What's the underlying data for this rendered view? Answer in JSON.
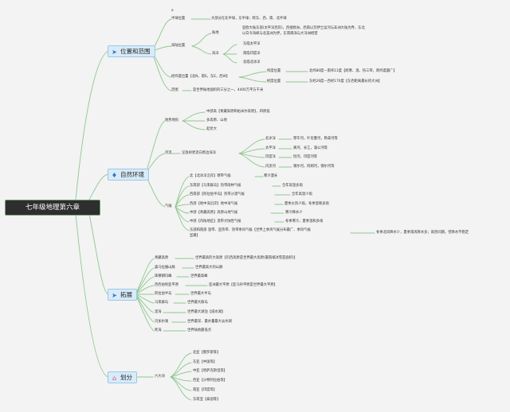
{
  "root": "七年级地理第六章",
  "topics": {
    "location": "位置和范围",
    "nature": "自然环境",
    "extend": "拓展",
    "divide": "划分"
  },
  "icons": {
    "location": "paper-plane-icon",
    "nature": "flame-icon",
    "extend": "paper-plane-icon",
    "divide": "home-icon"
  },
  "location": {
    "marker": "a",
    "semi_label": "半球位置",
    "semi_text": "大部分在北半球，东半球；跨东、西、南、北半球",
    "sealand_label": "海陆位置",
    "land_label": "陆地",
    "land_text1": "亚欧大陆东部(太平洋西岸)，西接欧洲，西南以苏伊士运河与非洲大陆为界，东北",
    "land_text2": "以白令海峡与北美洲为界，东南隔海与大洋洲相望",
    "ocean_label": "海洋",
    "ocean_east": "东临太平洋",
    "ocean_south": "南临印度洋",
    "ocean_north": "北临北冰洋",
    "latlon_label": "经纬度位置【北N，南S，东E，西W】",
    "lat_label": "纬度位置",
    "lat_text": "北纬80度—南纬11度【跨寒、温、热三带，跨纬度最广】",
    "lon_label": "经度位置",
    "lon_text": "东经26度—西经170度【东西距离最长的大洲】",
    "range_label": "范围",
    "range_text": "是世界陆地面积的三分之一，4400万平方千米"
  },
  "nature": {
    "terrain_label": "地势地形",
    "terrain1": "中部高【青藏高原和帕米尔高原】，四周低",
    "terrain2": "多高原、山地",
    "terrain3": "起伏大",
    "river_label": "河流",
    "river_text": "呈放射状流向周边海洋",
    "arctic": "北冰洋",
    "arctic_r": "鄂毕河，叶尼塞河，勒拿河等",
    "pacific": "太平洋",
    "pacific_r": "黄河，长江，湄公河等",
    "indian": "印度洋",
    "indian_r": "恒河，印度河等",
    "inland": "内流河",
    "inland_r": "锡尔河，阿姆河，锡尔河等",
    "climate_label": "气候",
    "c1": "北【北冰洋沿岸】寒带气候",
    "c1r": "寒冷漫长",
    "c2": "东南部【马来群岛】热带雨林气候",
    "c2r": "全年高温多雨",
    "c3": "西南部【阿拉伯半岛】热带沙漠气候",
    "c3r": "全年高温少雨",
    "c4": "西部【地中海沿岸】地中海气候",
    "c4r": "夏季炎热少雨，冬季温和多雨",
    "c5": "中部【青藏高原】高原山地气候",
    "c5r": "寒冷降水少",
    "c6": "中部【内陆地区】温带大陆性气候",
    "c6r": "冬季寒冷，夏季温和多雨",
    "c7": "东部和南部 温带、亚热带、热带季风气候【世界上季风气候分布最广、季风气候",
    "c7b": "显著】",
    "c7r": "冬季北风降水少，夏季南风降水多；雨热同期，但降水不稳定"
  },
  "extend": {
    "i1": "青藏高原",
    "i1r": "世界最高的大高原【巴西高原是世界最大高原(最南端冰雪是面积)】",
    "i2": "喜马拉雅山脉",
    "i2r": "世界最高大的山脉",
    "i3": "珠穆朗玛峰",
    "i3r": "世界最高峰",
    "i4": "西西伯利亚平原",
    "i4r": "亚洲最大平原【亚马孙平原是世界最大平原】",
    "i5": "阿拉伯半岛",
    "i5r": "世界最大半岛",
    "i6": "马来群岛",
    "i6r": "世界最大群岛",
    "i7": "里海",
    "i7r": "世界最大湖泊【咸水湖】",
    "i8": "贝加尔湖",
    "i8r": "世界最深、最水量最大淡水湖",
    "i9": "死海",
    "i9r": "世界陆地最低点"
  },
  "divide": {
    "label": "六大块",
    "r1": "北亚【俄罗斯等】",
    "r2": "东亚【中国等】",
    "r3": "中亚【哈萨克斯坦等】",
    "r4": "西亚【沙特阿拉伯等】",
    "r5": "南亚【印度等】",
    "r6": "东南亚【泰国等】"
  }
}
